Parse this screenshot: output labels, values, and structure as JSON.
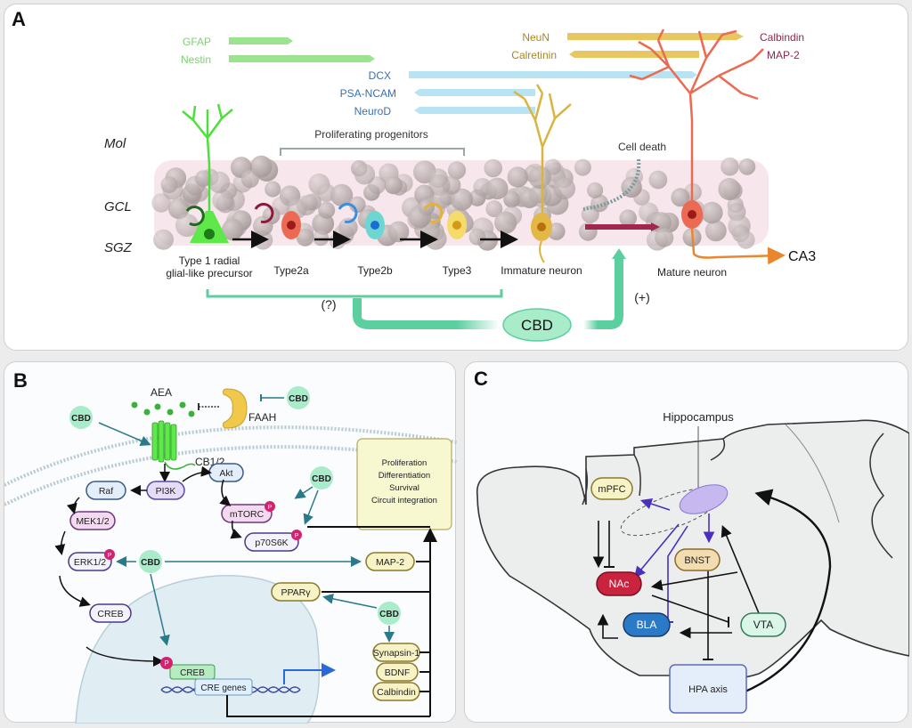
{
  "panel_a": {
    "label": "A",
    "layers": [
      "Mol",
      "GCL",
      "SGZ"
    ],
    "markers_left": [
      {
        "name": "GFAP",
        "color": "#7fcf74"
      },
      {
        "name": "Nestin",
        "color": "#7fcf74"
      }
    ],
    "markers_mid": [
      {
        "name": "DCX",
        "color": "#3b6fb0"
      },
      {
        "name": "PSA-NCAM",
        "color": "#3b6fb0"
      },
      {
        "name": "NeuroD",
        "color": "#3b6fb0"
      }
    ],
    "markers_late_left": [
      {
        "name": "NeuN",
        "color": "#b89a2c"
      },
      {
        "name": "Calretinin",
        "color": "#b89a2c"
      }
    ],
    "markers_late_right": [
      {
        "name": "Calbindin",
        "color": "#8a2a4a"
      },
      {
        "name": "MAP-2",
        "color": "#8a2a4a"
      }
    ],
    "bracket_label": "Proliferating progenitors",
    "cell_death_label": "Cell death",
    "cell_types": {
      "type1_line1": "Type 1 radial",
      "type1_line2": "glial-like precursor",
      "type2a": "Type2a",
      "type2b": "Type2b",
      "type3": "Type3",
      "immature": "Immature neuron",
      "mature": "Mature neuron"
    },
    "target": "CA3",
    "cbd_label": "CBD",
    "unknown_effect": "(?)",
    "positive_effect": "(+)"
  },
  "panel_b": {
    "label": "B",
    "aea": "AEA",
    "faah": "FAAH",
    "receptor": "CB1/2",
    "cbd": "CBD",
    "nodes": {
      "pi3k": "PI3K",
      "akt": "Akt",
      "raf": "Raf",
      "mtorc": "mTORC",
      "mek": "MEK1/2",
      "p70": "p70S6K",
      "erk": "ERK1/2",
      "map2": "MAP-2",
      "ppar": "PPARγ",
      "creb": "CREB",
      "creb_bound": "CREB",
      "cre_genes": "CRE genes",
      "synapsin": "Synapsin-1",
      "bdnf": "BDNF",
      "calbindin": "Calbindin"
    },
    "phospho": "P",
    "outcomes": [
      "Proliferation",
      "Differentiation",
      "Survival",
      "Circuit integration"
    ]
  },
  "panel_c": {
    "label": "C",
    "hippocampus": "Hippocampus",
    "regions": {
      "mpfc": "mPFC",
      "nac": "NAc",
      "bnst": "BNST",
      "bla": "BLA",
      "vta": "VTA",
      "hpa": "HPA axis"
    }
  }
}
